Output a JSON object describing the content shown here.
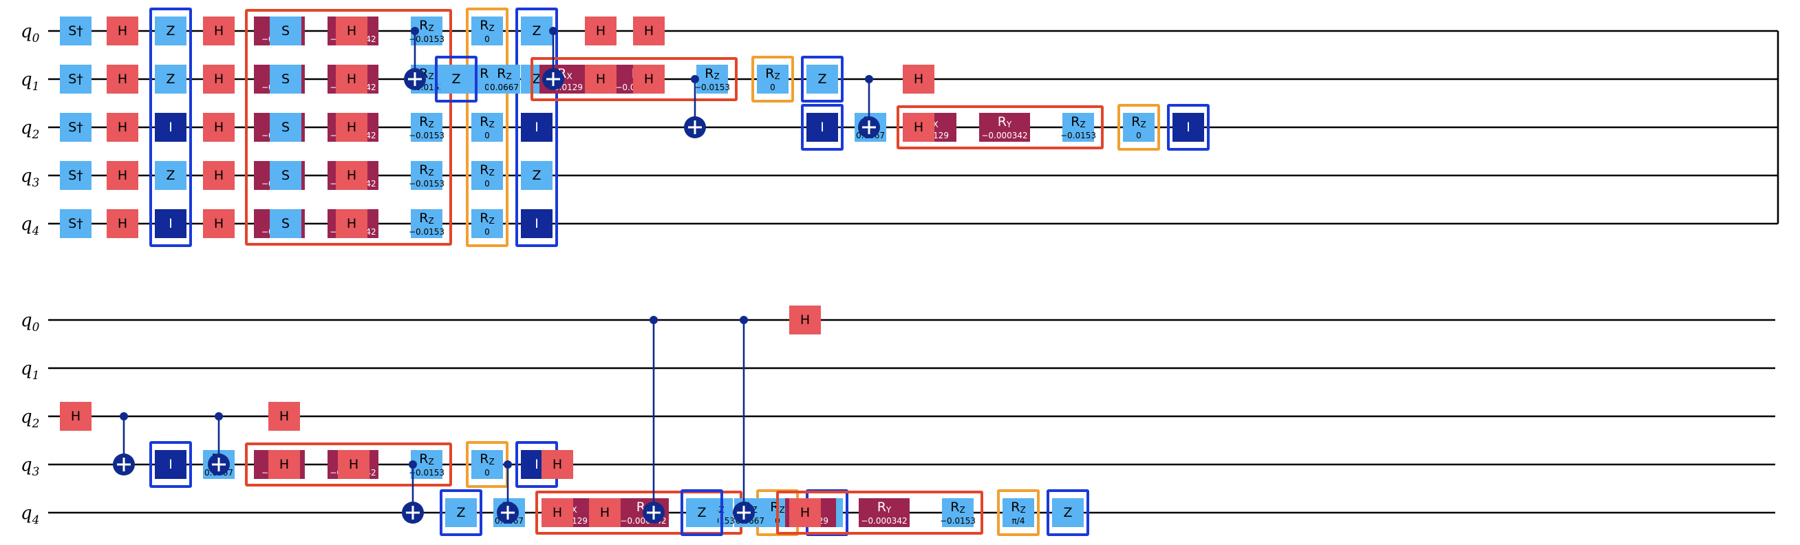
{
  "qubit_labels": [
    {
      "base": "q",
      "sub": "0"
    },
    {
      "base": "q",
      "sub": "1"
    },
    {
      "base": "q",
      "sub": "2"
    },
    {
      "base": "q",
      "sub": "3"
    },
    {
      "base": "q",
      "sub": "4"
    }
  ],
  "colors": {
    "wire": "#000000",
    "hadamard": "#e8585c",
    "clifford": "#5ab3f2",
    "identity": "#12299a",
    "rotation_xy": "#9b2550",
    "control": "#0f2a8c",
    "box_red": "#e2452a",
    "box_blue": "#1a3ad8",
    "box_orange": "#f0a030"
  },
  "params": {
    "rz1": "0.0667",
    "rx": "−0.0129",
    "ry": "−0.000342",
    "rz2": "−0.0153",
    "rz3": "0",
    "rz3_last": "π/4"
  },
  "gate_names": {
    "h": "H",
    "s": "S",
    "sdg": "S†",
    "z": "Z",
    "i": "I",
    "rz": "R",
    "rz_sub": "Z",
    "rx": "R",
    "rx_sub": "X",
    "ry": "R",
    "ry_sub": "Y"
  },
  "rows": [
    {
      "gates": [
        {
          "k": "sdg",
          "q": [
            0,
            1,
            2,
            3,
            4
          ]
        },
        {
          "k": "h",
          "q": [
            0,
            1,
            2,
            3,
            4
          ]
        },
        {
          "k": "layer",
          "pre": [
            "z",
            "z",
            "i",
            "z",
            "i"
          ],
          "post": [
            "z",
            "z",
            "i",
            "z",
            "i"
          ]
        },
        {
          "k": "h",
          "q": [
            0,
            1,
            2,
            3,
            4
          ]
        },
        {
          "k": "s",
          "q": [
            0,
            1,
            2,
            3,
            4
          ]
        },
        {
          "k": "h",
          "q": [
            0,
            1,
            2,
            3,
            4
          ]
        },
        {
          "k": "cx",
          "c": 0,
          "t": 1
        },
        {
          "k": "layer",
          "pre": [
            null,
            "z",
            null,
            null,
            null
          ],
          "post": [
            null,
            "z",
            null,
            null,
            null
          ]
        },
        {
          "k": "cx",
          "c": 0,
          "t": 1
        },
        {
          "k": "h",
          "q": [
            0,
            1
          ]
        },
        {
          "k": "h",
          "q": [
            0,
            1
          ]
        },
        {
          "k": "cx",
          "c": 1,
          "t": 2
        },
        {
          "k": "layer",
          "pre": [
            null,
            null,
            "i",
            null,
            null
          ],
          "post": [
            null,
            null,
            "i",
            null,
            null
          ]
        },
        {
          "k": "cx",
          "c": 1,
          "t": 2
        },
        {
          "k": "h",
          "q": [
            1,
            2
          ]
        }
      ]
    },
    {
      "gates": [
        {
          "k": "h",
          "q": [
            2
          ]
        },
        {
          "k": "cx",
          "c": 2,
          "t": 3
        },
        {
          "k": "layer",
          "pre": [
            null,
            null,
            null,
            "i",
            null
          ],
          "post": [
            null,
            null,
            null,
            "i",
            null
          ]
        },
        {
          "k": "cx",
          "c": 2,
          "t": 3
        },
        {
          "k": "h",
          "q": [
            2,
            3
          ]
        },
        {
          "k": "h",
          "q": [
            3
          ]
        },
        {
          "k": "cx",
          "c": 3,
          "t": 4
        },
        {
          "k": "layer",
          "pre": [
            null,
            null,
            null,
            null,
            "z"
          ],
          "post": [
            null,
            null,
            null,
            null,
            "z"
          ]
        },
        {
          "k": "cx",
          "c": 3,
          "t": 4
        },
        {
          "k": "h",
          "q": [
            3,
            4
          ]
        },
        {
          "k": "h",
          "q": [
            4
          ]
        },
        {
          "k": "cx",
          "c": 0,
          "t": 4
        },
        {
          "k": "layer",
          "pre": [
            null,
            null,
            null,
            null,
            "z"
          ],
          "post": [
            null,
            null,
            null,
            null,
            "z"
          ],
          "last": true
        },
        {
          "k": "cx",
          "c": 0,
          "t": 4
        },
        {
          "k": "h",
          "q": [
            0,
            4
          ]
        }
      ]
    }
  ]
}
